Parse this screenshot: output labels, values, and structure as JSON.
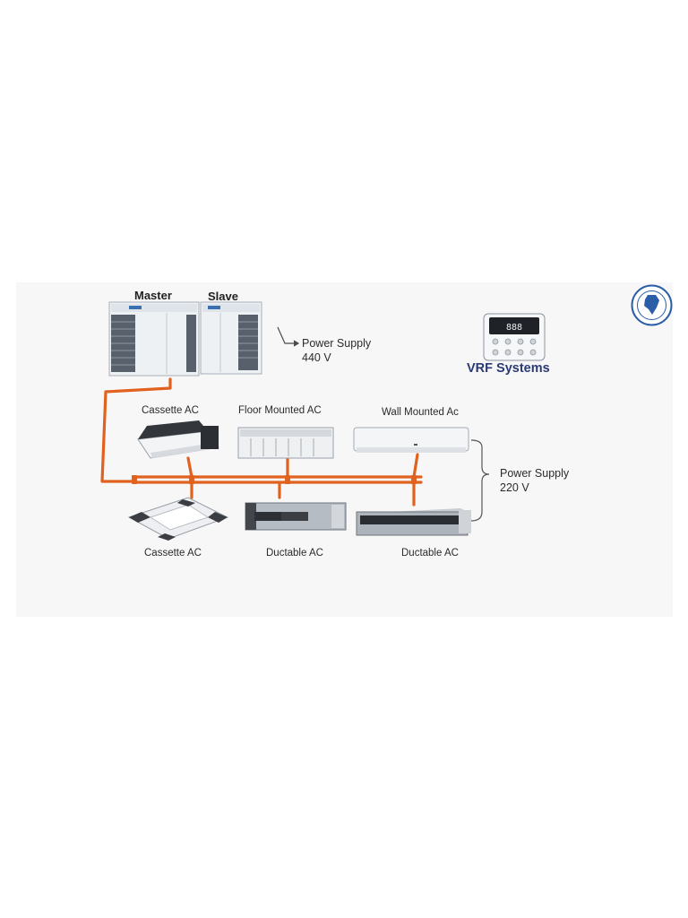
{
  "diagram": {
    "title": "VRF Systems",
    "outdoor_units": {
      "master_label": "Master",
      "slave_label": "Slave"
    },
    "power_supply_outdoor": {
      "line1": "Power Supply",
      "line2": "440 V"
    },
    "power_supply_indoor": {
      "line1": "Power Supply",
      "line2": "220 V"
    },
    "indoor_units_top": [
      {
        "label": "Cassette AC",
        "icon": "cassette-unit-icon"
      },
      {
        "label": "Floor Mounted AC",
        "icon": "floor-mounted-unit-icon"
      },
      {
        "label": "Wall Mounted Ac",
        "icon": "wall-mounted-unit-icon"
      }
    ],
    "indoor_units_bottom": [
      {
        "label": "Cassette AC",
        "icon": "cassette-unit-icon"
      },
      {
        "label": "Ductable AC",
        "icon": "ductable-unit-icon"
      },
      {
        "label": "Ductable AC",
        "icon": "ductable-unit-icon"
      }
    ],
    "remote_controller": {
      "icon": "wired-remote-controller-icon",
      "display": "888"
    },
    "logo": {
      "icon": "india-emblem-logo"
    },
    "colors": {
      "pipe": "#e0621e",
      "title": "#2a3b73",
      "background": "#f7f7f8"
    }
  }
}
